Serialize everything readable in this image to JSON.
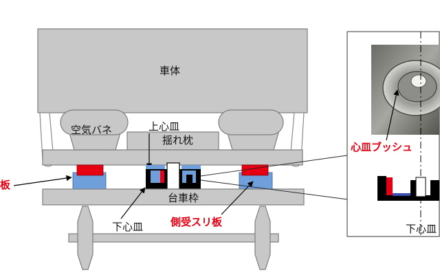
{
  "labels": {
    "car_body": "車体",
    "air_spring": "空気バネ",
    "upper_center_plate": "上心皿",
    "bolster": "揺れ枕",
    "bogie_frame": "台車枠",
    "lower_center_plate": "下心皿",
    "side_bearer_plate": "側受スリ板",
    "left_edge_label": "板",
    "center_plate_bushing": "心皿ブッシュ",
    "detail_lower_center_plate": "下心皿"
  },
  "colors": {
    "accent_red": "#e60012",
    "bearer_blue": "#6fa0dc",
    "part_gray": "#c8c8c8"
  }
}
